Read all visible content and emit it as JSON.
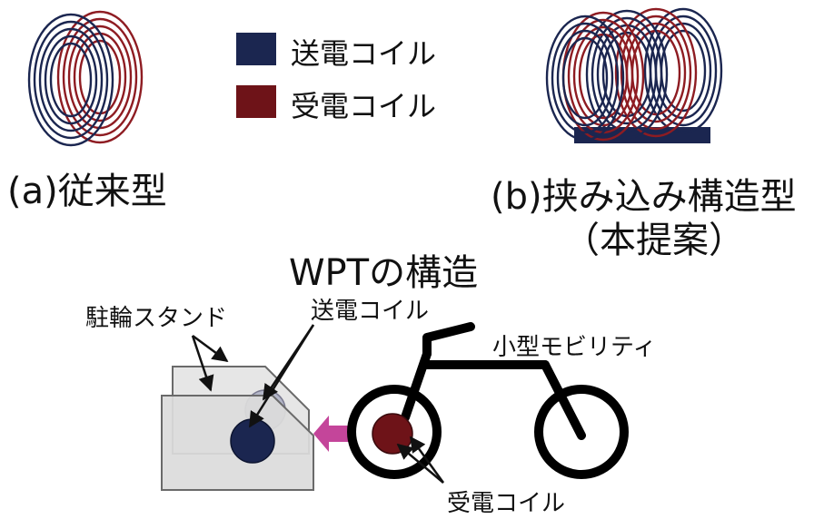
{
  "legend": {
    "items": [
      {
        "label": "送電コイル",
        "color": "#1b2650"
      },
      {
        "label": "受電コイル",
        "color": "#6e1318"
      }
    ]
  },
  "captions": {
    "a": "(a)従来型",
    "b_line1": "(b)挟み込み構造型",
    "b_line2": "（本提案）"
  },
  "wpt": {
    "title": "WPTの構造",
    "label_stand": "駐輪スタンド",
    "label_tx": "送電コイル",
    "label_rx": "受電コイル",
    "label_mobility": "小型モビリティ"
  },
  "colors": {
    "tx": "#1b2650",
    "rx": "#6e1318",
    "arrow": "#c4459a",
    "stand_fill": "#dedede",
    "stand_stroke": "#6a6a6a"
  }
}
